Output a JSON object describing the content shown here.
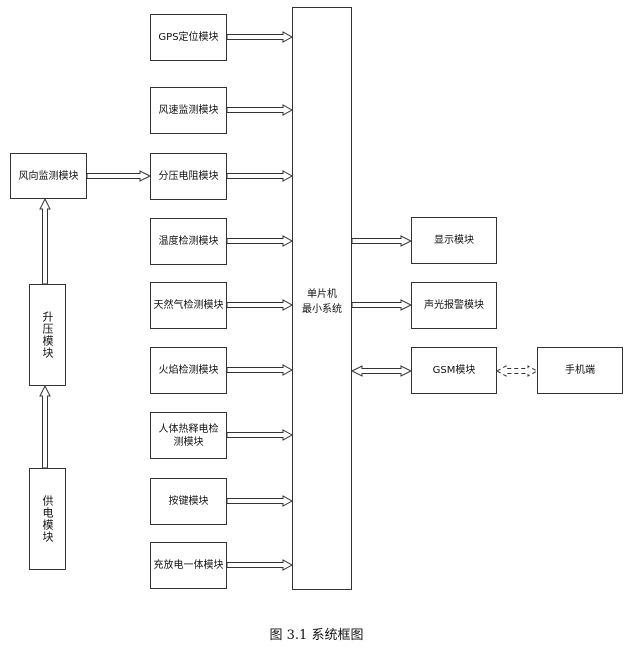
{
  "modules": {
    "gps": "GPS定位模块",
    "wind_speed": "风速监测模块",
    "voltage_divider": "分压电阻模块",
    "temperature": "温度检测模块",
    "natural_gas": "天然气检测模块",
    "flame": "火焰检测模块",
    "pir": "人体热释电检测模块",
    "keys": "按键模块",
    "charge_discharge": "充放电一体模块",
    "wind_direction": "风向监测模块",
    "boost": "升压模块",
    "power_supply": "供电模块",
    "display": "显示模块",
    "alarm": "声光报警模块",
    "gsm": "GSM模块",
    "phone": "手机端"
  },
  "mcu": {
    "line1": "单片机",
    "line2": "最小系统"
  },
  "caption": "图 3.1  系统框图"
}
